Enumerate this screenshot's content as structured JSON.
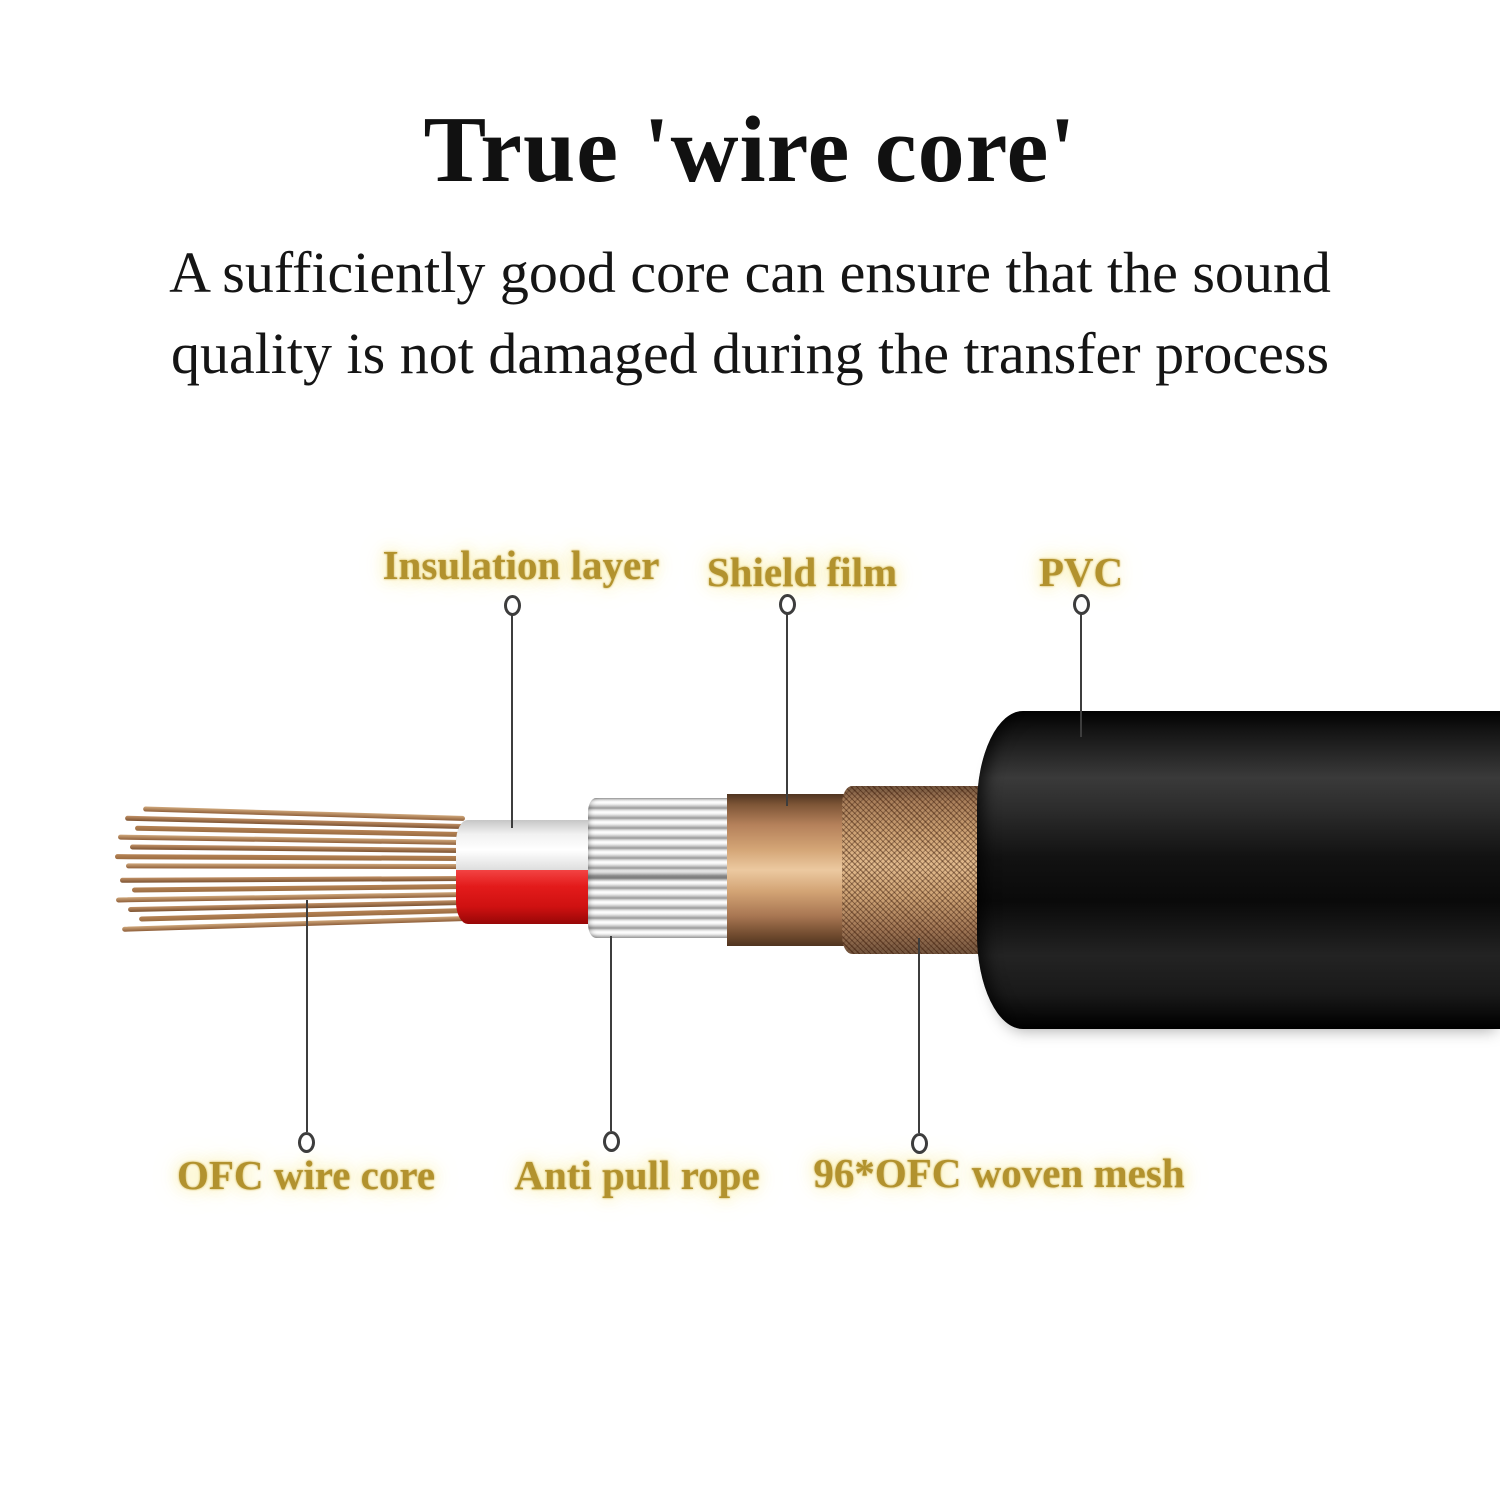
{
  "title": "True 'wire core'",
  "subtitle": {
    "line1": "A sufficiently good core can ensure that the sound",
    "line2": "quality is not damaged during the transfer process"
  },
  "callouts": {
    "insulation": "Insulation layer",
    "shield": "Shield film",
    "pvc": "PVC",
    "ofc": "OFC wire core",
    "rope": "Anti pull rope",
    "mesh": "96*OFC woven mesh"
  },
  "cable_layers_outward_order": [
    "OFC wire core",
    "Insulation layer",
    "Anti pull rope",
    "Shield film",
    "96*OFC woven mesh",
    "PVC"
  ],
  "colors": {
    "label_gold": "#b2922e",
    "label_glow": "#faf0b4",
    "leader_line": "#3d3d3d",
    "copper_strand": "#b98a5c",
    "insulation_white": "#f2f2f2",
    "insulation_red": "#d81616",
    "rope_white": "#eeeeee",
    "shield_copper": "#d3a475",
    "mesh_copper": "#c69868",
    "pvc_black": "#141414",
    "background": "#ffffff"
  }
}
